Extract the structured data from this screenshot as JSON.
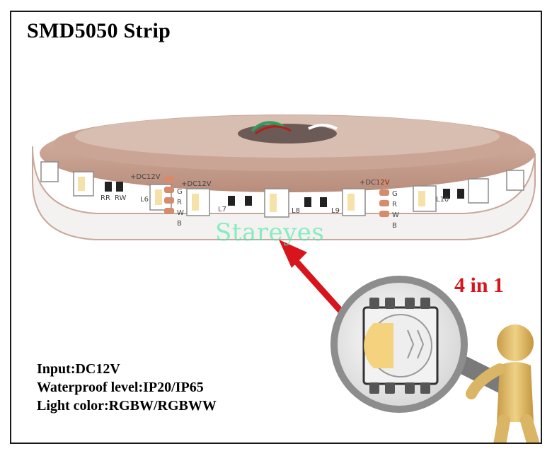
{
  "title": "SMD5050 Strip",
  "watermark": "Stareyes",
  "callout": "4 in 1",
  "strip_labels": {
    "voltage_left": "+DC12V",
    "voltage_mid": "+DC12V",
    "voltage_right": "+DC12V",
    "pins": [
      "G",
      "R",
      "W",
      "B"
    ],
    "led_labels": [
      "L6",
      "L7",
      "L8",
      "L9",
      "L10"
    ],
    "resistor_labels": [
      "RR",
      "RW"
    ]
  },
  "specs": {
    "input": "Input:DC12V",
    "waterproof": "Waterproof level:IP20/IP65",
    "light_color": "Light color:RGBW/RGBWW"
  },
  "colors": {
    "title": "#000000",
    "callout": "#d8141c",
    "arrow": "#d8141c",
    "strip_pcb": "#f4f2f0",
    "strip_edge": "#c9a79a",
    "pad_copper": "#d78a6c",
    "figure_body": "#e2c070",
    "magnifier_rim": "#8d8d8d",
    "watermark": "#50e6aa"
  }
}
